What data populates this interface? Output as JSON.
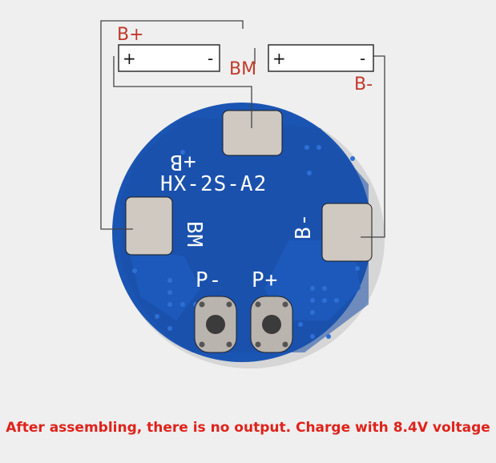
{
  "board": {
    "model": "HX-2S-A2",
    "pad_b_plus": "+B",
    "pad_bm": "BM",
    "pad_b_minus": "B-",
    "p_minus": "P-",
    "p_plus": "P+"
  },
  "wiring": {
    "label_b_plus": "B+",
    "label_bm": "BM",
    "label_b_minus": "B-",
    "cell_plus": "+",
    "cell_minus": "-"
  },
  "caption": "After assembling, there is no output. Charge with 8.4V voltage",
  "colors": {
    "background": "#efefef",
    "pcb": "#1b55b3",
    "pcb_dark": "#164a9e",
    "pad": "#cfc9c2",
    "wire": "#444444",
    "label_red": "#c0392b",
    "caption_red": "#e0221b"
  }
}
